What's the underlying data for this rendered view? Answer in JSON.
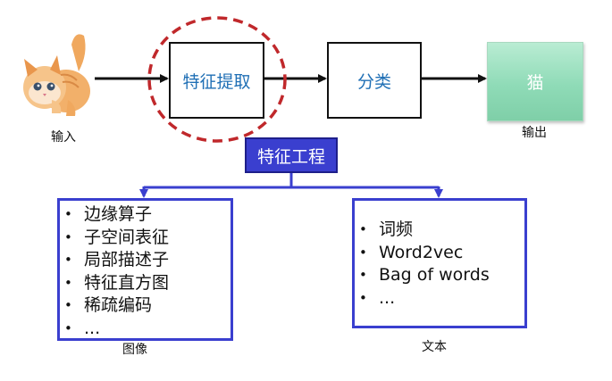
{
  "pipeline": {
    "input_label": "输入",
    "feature_extraction": "特征提取",
    "classification": "分类",
    "output_value": "猫",
    "output_label": "输出",
    "highlight_color": "#c0282b"
  },
  "feature_engineering": {
    "title": "特征工程",
    "accent_color": "#3a3fcf"
  },
  "image_features": {
    "caption": "图像",
    "items": [
      "边缘算子",
      "子空间表征",
      "局部描述子",
      "特征直方图",
      "稀疏编码",
      "..."
    ]
  },
  "text_features": {
    "caption": "文本",
    "items": [
      "词频",
      "Word2vec",
      "Bag of words",
      "..."
    ]
  },
  "icons": {
    "input_image": "kitten-icon",
    "bullet": "bullet-dot"
  }
}
